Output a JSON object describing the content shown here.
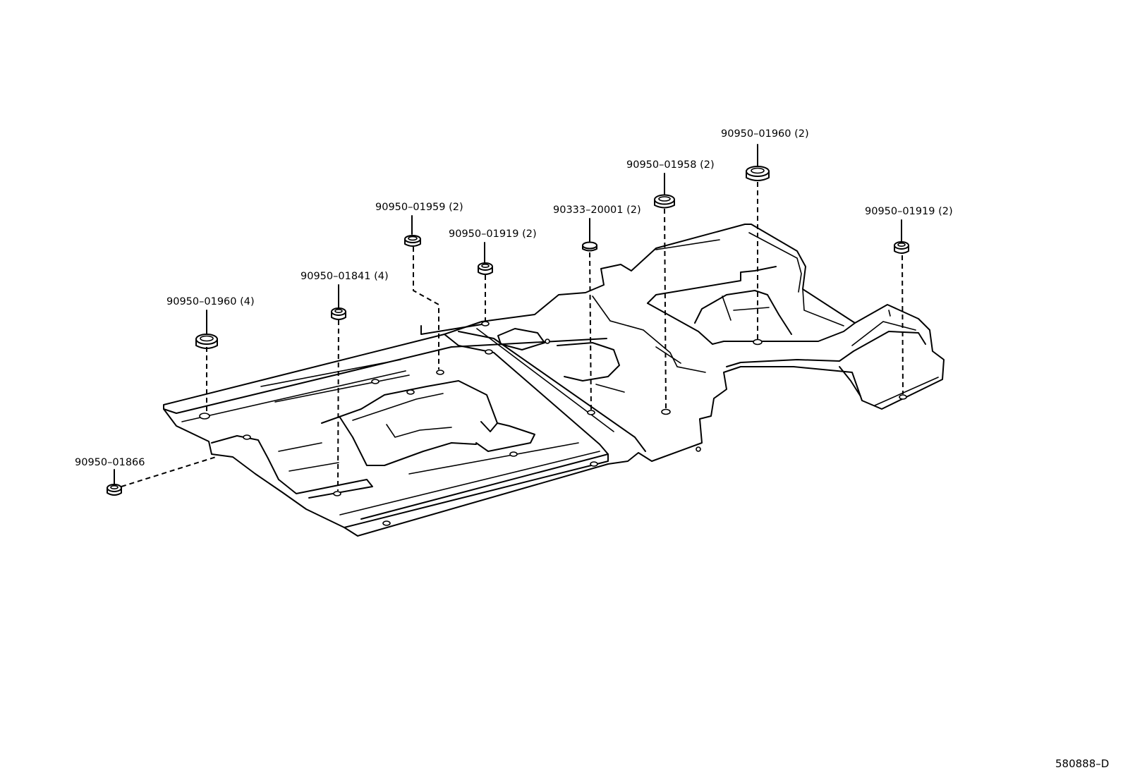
{
  "parts": [
    {
      "id": "p1",
      "label": "90950–01960 (4)"
    },
    {
      "id": "p2",
      "label": "90950–01841 (4)"
    },
    {
      "id": "p3",
      "label": "90950–01959 (2)"
    },
    {
      "id": "p4",
      "label": "90950–01919 (2)"
    },
    {
      "id": "p5",
      "label": "90333–20001 (2)"
    },
    {
      "id": "p6",
      "label": "90950–01958 (2)"
    },
    {
      "id": "p7",
      "label": "90950–01960 (2)"
    },
    {
      "id": "p8",
      "label": "90950–01919 (2)"
    },
    {
      "id": "p9",
      "label": "90950–01866"
    }
  ],
  "diagram_code": "580888–D"
}
